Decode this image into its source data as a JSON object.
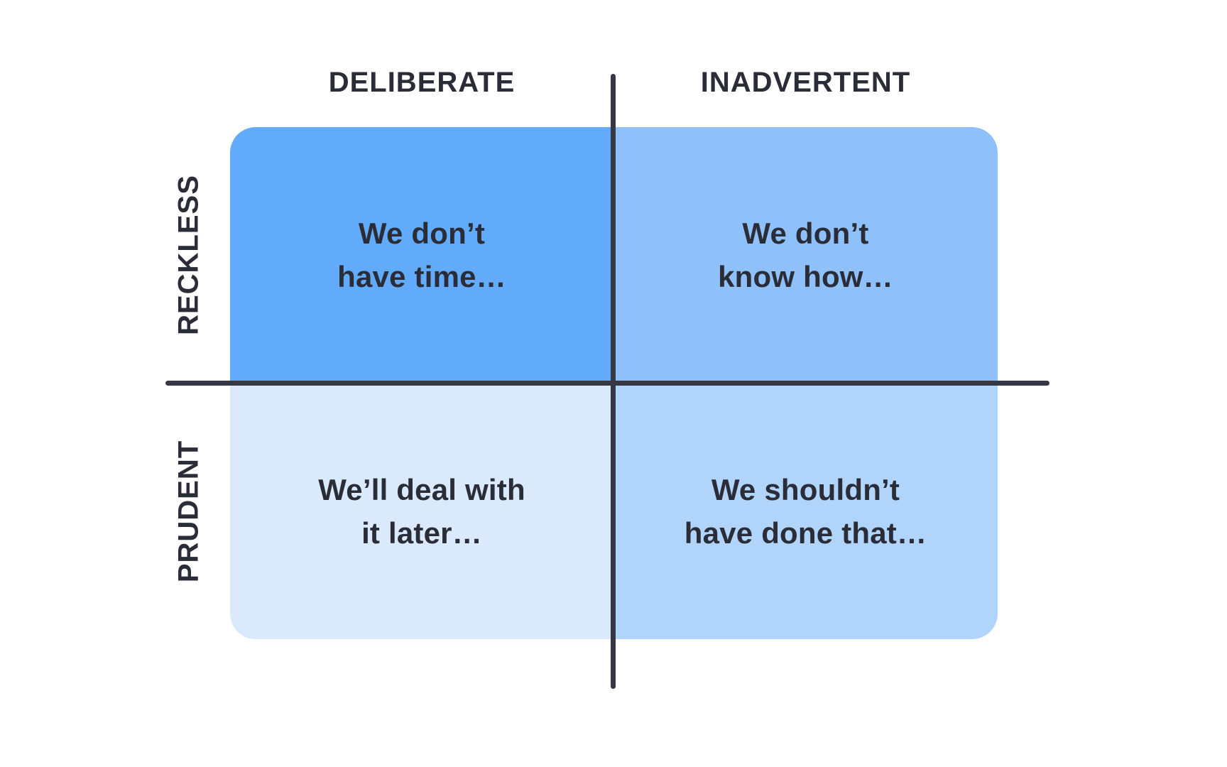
{
  "matrix": {
    "columns": [
      {
        "label": "DELIBERATE"
      },
      {
        "label": "INADVERTENT"
      }
    ],
    "rows": [
      {
        "label": "RECKLESS"
      },
      {
        "label": "PRUDENT"
      }
    ],
    "quadrants": [
      {
        "id": "deliberate-reckless",
        "line1": "We don’t",
        "line2": "have time…",
        "color": "#61ABFA"
      },
      {
        "id": "inadvertent-reckless",
        "line1": "We don’t",
        "line2": "know how…",
        "color": "#8EC0FA"
      },
      {
        "id": "deliberate-prudent",
        "line1": "We’ll deal with",
        "line2": "it later…",
        "color": "#DBE9FD"
      },
      {
        "id": "inadvertent-prudent",
        "line1": "We shouldn’t",
        "line2": "have done that…",
        "color": "#B1D4FB"
      }
    ],
    "colors": {
      "axis_line": "#363843",
      "text": "#2A2D38",
      "background": "#FFFFFF"
    }
  }
}
